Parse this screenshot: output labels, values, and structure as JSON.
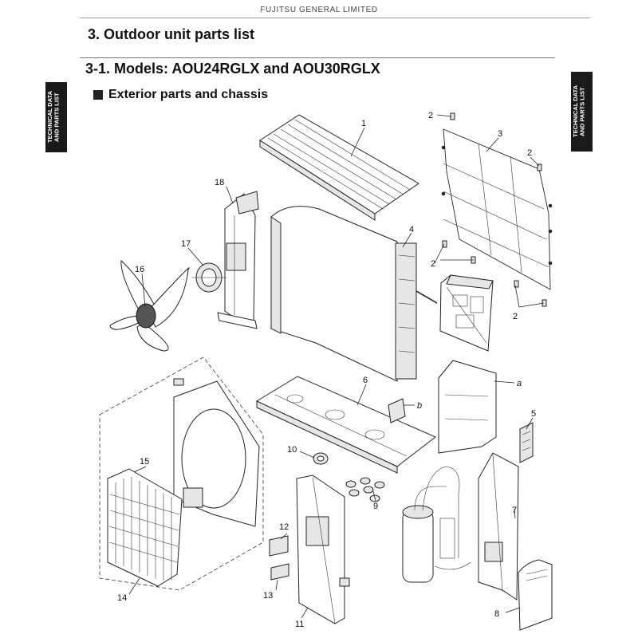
{
  "header": {
    "company": "FUJITSU GENERAL LIMITED"
  },
  "section": {
    "title": "3. Outdoor unit parts list",
    "subtitle": "3-1. Models: AOU24RGLX and AOU30RGLX",
    "part_heading": "Exterior parts and chassis"
  },
  "side_tab": {
    "line1": "TECHNICAL DATA",
    "line2": "AND PARTS LIST"
  },
  "callouts": {
    "c1": "1",
    "c2a": "2",
    "c2b": "2",
    "c2c": "2",
    "c2d": "2",
    "c3": "3",
    "c4": "4",
    "c5": "5",
    "c6": "6",
    "c7": "7",
    "c8": "8",
    "c9": "9",
    "c10": "10",
    "c11": "11",
    "c12": "12",
    "c13": "13",
    "c14": "14",
    "c15": "15",
    "c16": "16",
    "c17": "17",
    "c18": "18",
    "ca": "a",
    "cb": "b"
  }
}
